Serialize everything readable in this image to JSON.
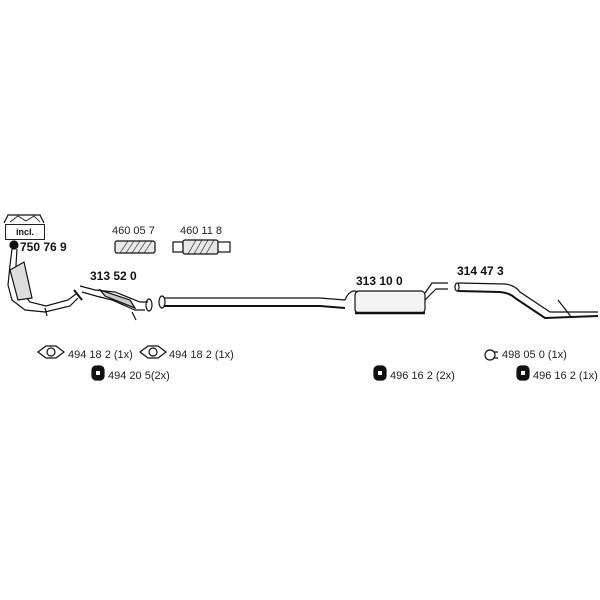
{
  "kit_label": "incl.",
  "parts": {
    "kit": "750 76 9",
    "flex1": "460 05 7",
    "flex2": "460 11 8",
    "front_pipe": "313 52 0",
    "middle_silencer": "313 10 0",
    "rear_pipe": "314 47 3"
  },
  "fittings": {
    "gasket1": "494 18 2  (1x)",
    "gasket2": "494 18 2  (1x)",
    "rubber1": "494 20 5(2x)",
    "rubber2": "496 16 2  (2x)",
    "clamp": "498 05 0 (1x)",
    "rubber3": "496 16 2  (1x)"
  }
}
